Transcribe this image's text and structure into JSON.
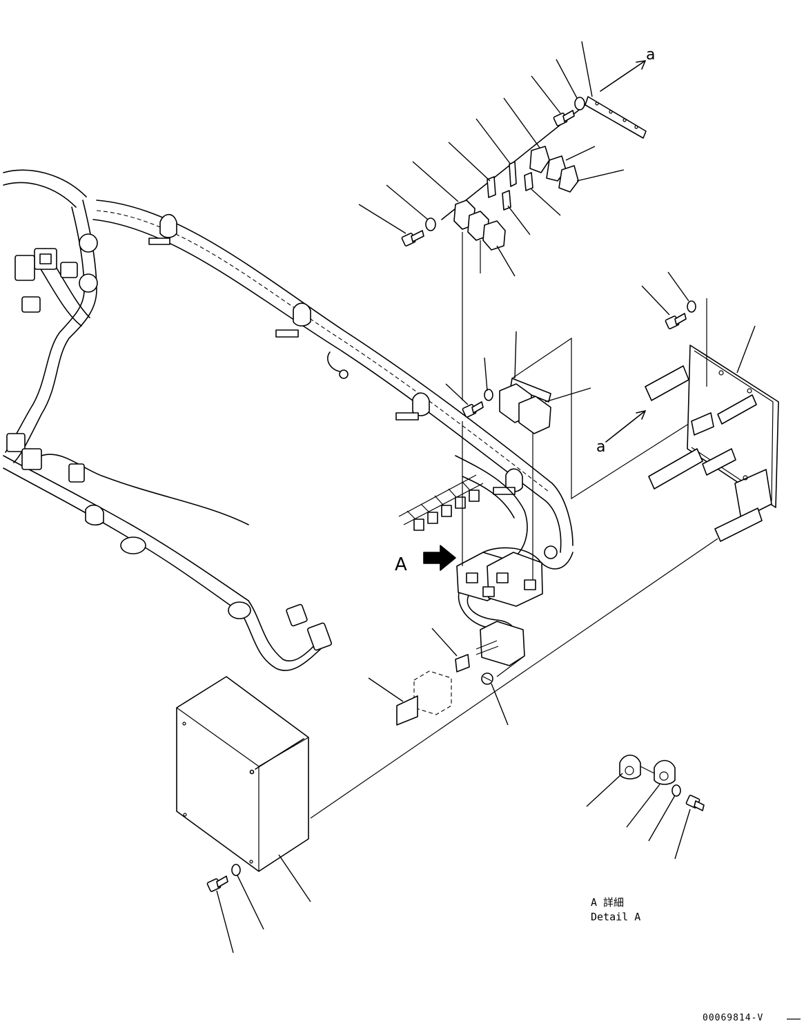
{
  "labels": {
    "view_marker": "A",
    "ref_a_top": "a",
    "ref_a_mid": "a",
    "detail_jp": "A 詳細",
    "detail_en": "Detail A",
    "drawing_number": "00069814-V"
  }
}
